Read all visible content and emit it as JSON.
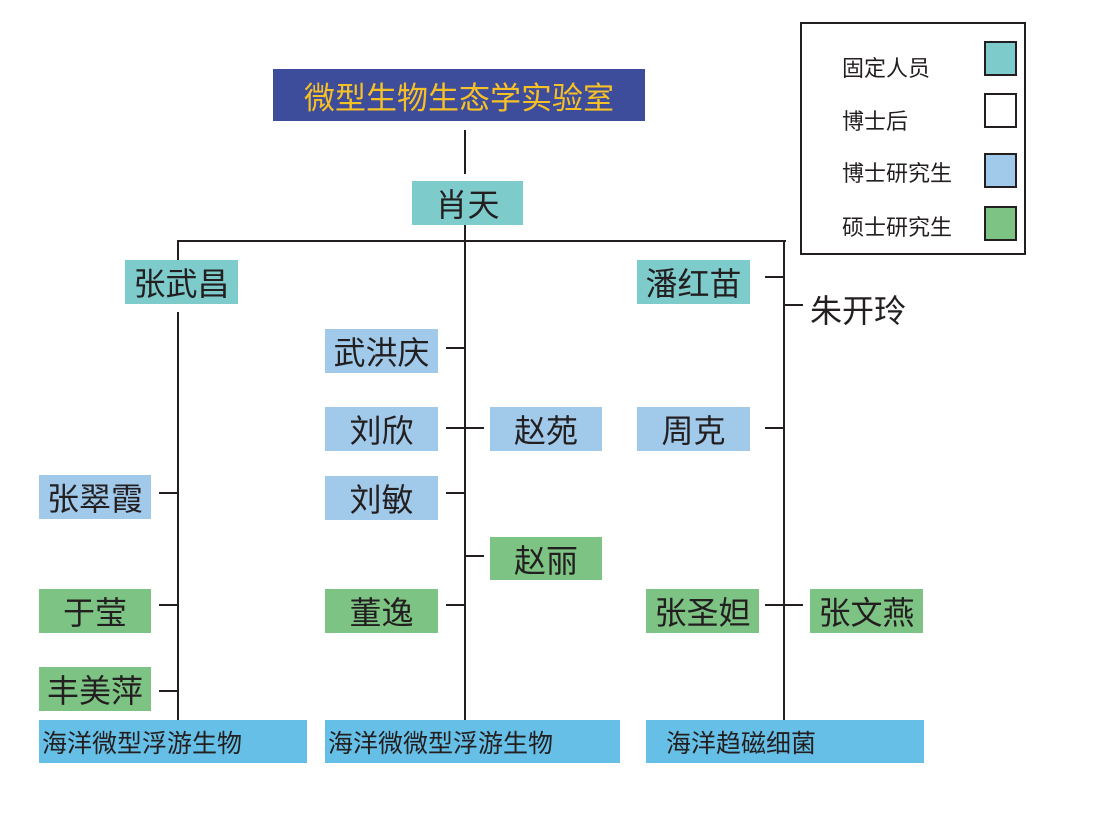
{
  "title": "微型生物生态学实验室",
  "head": "肖天",
  "left": {
    "leader": "张武昌",
    "members": [
      "张翠霞",
      "于莹",
      "丰美萍"
    ],
    "group": "海洋微型浮游生物"
  },
  "middle": {
    "members": [
      "武洪庆",
      "刘欣",
      "赵苑",
      "刘敏",
      "赵丽",
      "董逸"
    ],
    "group": "海洋微微型浮游生物"
  },
  "right": {
    "leader": "潘红苗",
    "postdoc": "朱开玲",
    "members": [
      "周克",
      "张圣妲",
      "张文燕"
    ],
    "group": "海洋趋磁细菌"
  },
  "legend": {
    "items": [
      {
        "label": "固定人员",
        "color": "#7ecbcc"
      },
      {
        "label": "博士后",
        "color": "#ffffff"
      },
      {
        "label": "博士研究生",
        "color": "#a0c9ea"
      },
      {
        "label": "硕士研究生",
        "color": "#7dc383"
      }
    ]
  }
}
